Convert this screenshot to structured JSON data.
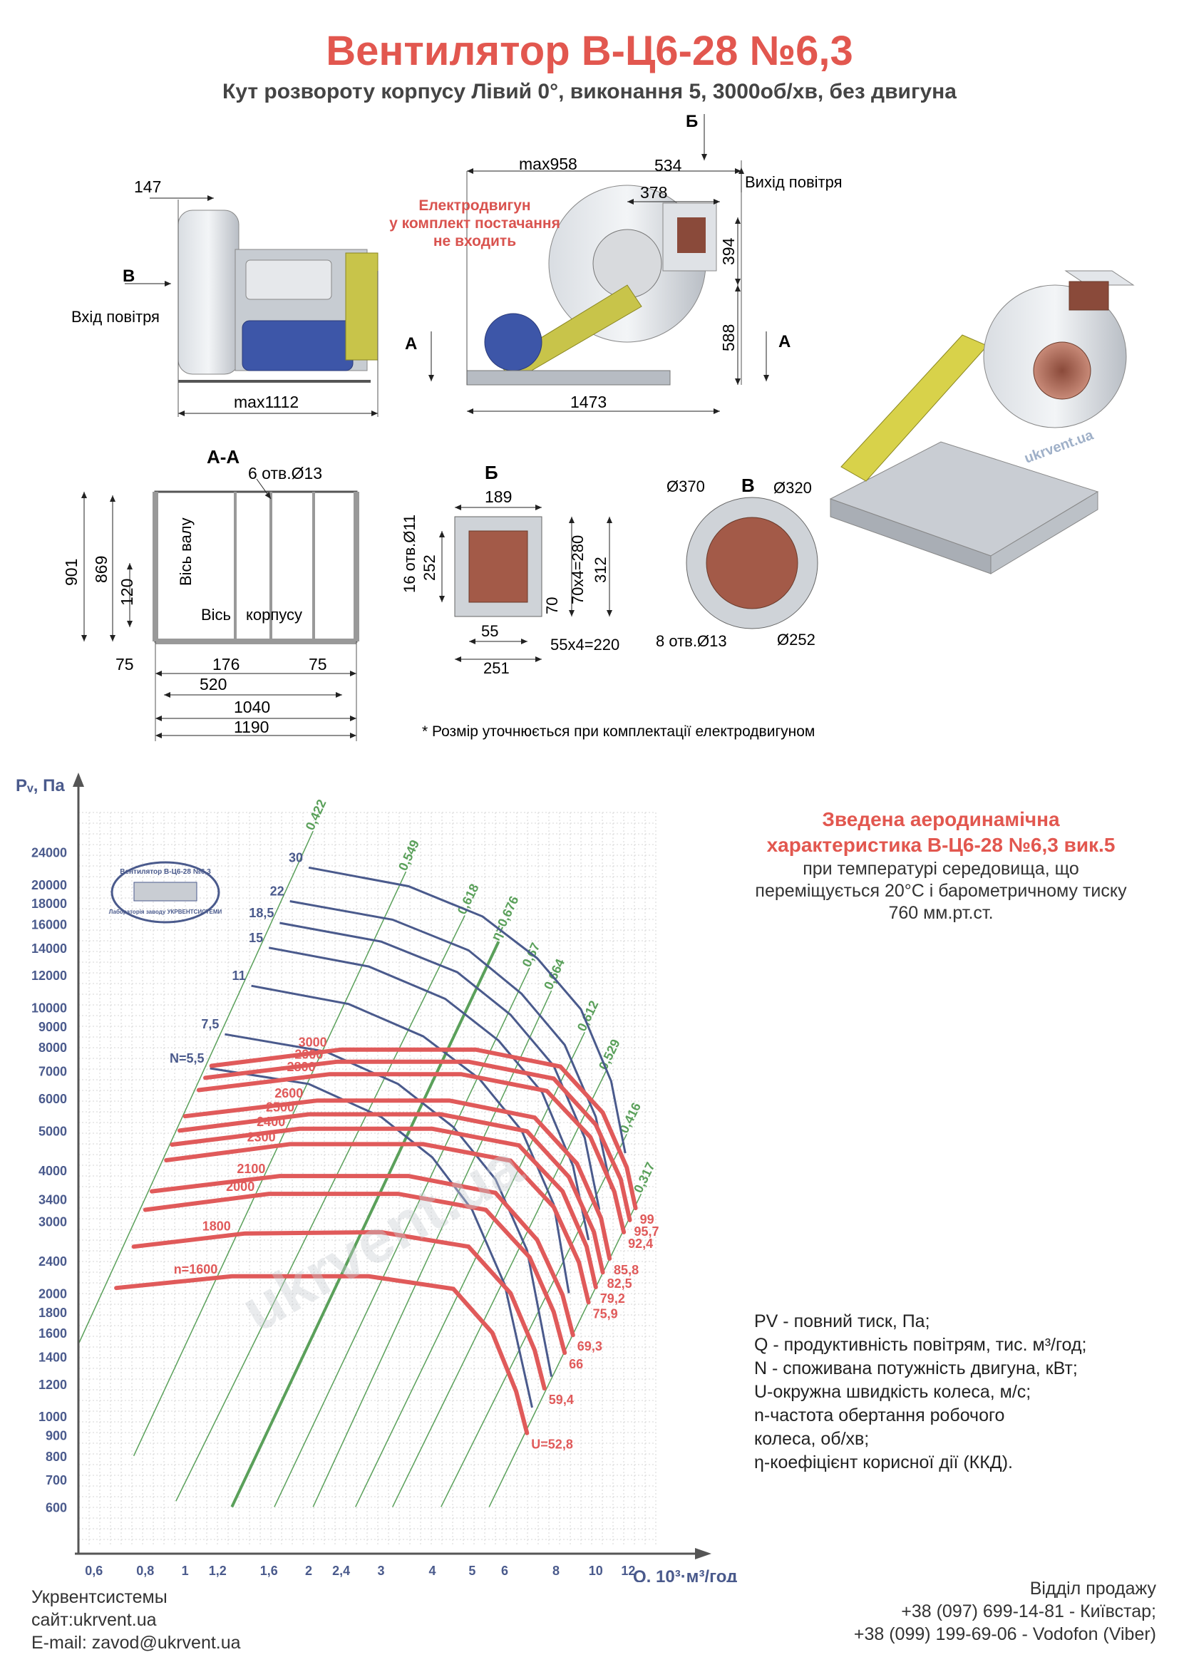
{
  "header": {
    "title": "Вентилятор В-Ц6-28 №6,3",
    "subtitle": "Кут розвороту корпусу Лівий 0°, виконання 5, 3000об/хв, без двигуна"
  },
  "drawings": {
    "side_view": {
      "dim_top": "147",
      "dim_bottom": "max1112",
      "inlet_letter": "В",
      "inlet_label": "Вхід повітря"
    },
    "front_view": {
      "dim_max958": "max958",
      "dim_534": "534",
      "dim_378": "378",
      "dim_394": "394",
      "dim_588": "588",
      "dim_1473": "1473",
      "section_b": "Б",
      "section_a": "А",
      "outlet_label": "Вихід повітря",
      "motor_note": [
        "Електродвигун",
        "у комплект постачання",
        "не входить"
      ]
    },
    "section_aa": {
      "label": "А-А",
      "holes": "6 отв.Ø13",
      "dim_901": "901",
      "dim_869": "869",
      "dim_120": "120",
      "dim_75_left": "75",
      "dim_176": "176",
      "dim_75_right": "75",
      "dim_520": "520",
      "dim_1040": "1040",
      "dim_1190": "1190",
      "axis_shaft": "Вісь валу",
      "axis_body": "Вісь",
      "axis_body2": "корпусу"
    },
    "view_b": {
      "label": "Б",
      "dim_189": "189",
      "holes": "16 отв.Ø11",
      "dim_252": "252",
      "dim_70x4": "70х4=280",
      "dim_312": "312",
      "dim_70": "70",
      "dim_55": "55",
      "dim_55x4": "55х4=220",
      "dim_251": "251"
    },
    "view_v": {
      "label": "В",
      "d370": "Ø370",
      "d320": "Ø320",
      "holes": "8 отв.Ø13",
      "d252": "Ø252"
    },
    "footnote": "* Розмір уточнюється при комплектації електродвигуном",
    "watermark": "ukrvent.ua"
  },
  "colors": {
    "title": "#e2574f",
    "grid": "#d6d6d6",
    "speed": "#e05a5a",
    "power": "#4a5a8c",
    "efficiency": "#5aa05a",
    "machine": "#9aa0a8"
  },
  "chart_data": {
    "type": "line",
    "xlabel": "Q, 10³·м³/год",
    "ylabel": "Pᵥ, Па",
    "x_scale": "log",
    "y_scale": "log",
    "xlim": [
      0.55,
      14
    ],
    "ylim": [
      480,
      30000
    ],
    "x_ticks": [
      0.6,
      0.8,
      1,
      1.2,
      1.6,
      2,
      2.4,
      3,
      4,
      5,
      6,
      8,
      10,
      12
    ],
    "x_tick_labels": [
      "0,6",
      "0,8",
      "1",
      "1,2",
      "1,6",
      "2",
      "2,4",
      "3",
      "4",
      "5",
      "6",
      "8",
      "10",
      "12"
    ],
    "y_ticks": [
      600,
      700,
      800,
      900,
      1000,
      1200,
      1400,
      1600,
      1800,
      2000,
      2400,
      3000,
      3400,
      4000,
      5000,
      6000,
      7000,
      8000,
      9000,
      10000,
      12000,
      14000,
      16000,
      18000,
      20000,
      24000
    ],
    "speed_series": [
      {
        "name": "n=1600",
        "u": "U=52,8",
        "pts": [
          [
            0.68,
            2060
          ],
          [
            1.3,
            2200
          ],
          [
            2.8,
            2200
          ],
          [
            4.5,
            2050
          ],
          [
            5.6,
            1600
          ],
          [
            6.4,
            1150
          ],
          [
            6.8,
            910
          ]
        ]
      },
      {
        "name": "1800",
        "u": "59,4",
        "pts": [
          [
            0.75,
            2600
          ],
          [
            1.4,
            2800
          ],
          [
            3.0,
            2820
          ],
          [
            4.9,
            2600
          ],
          [
            6.2,
            2000
          ],
          [
            7.1,
            1450
          ],
          [
            7.5,
            1170
          ]
        ]
      },
      {
        "name": "2000",
        "u": "66",
        "pts": [
          [
            0.8,
            3200
          ],
          [
            1.6,
            3500
          ],
          [
            3.3,
            3500
          ],
          [
            5.4,
            3200
          ],
          [
            6.9,
            2450
          ],
          [
            7.9,
            1800
          ],
          [
            8.4,
            1430
          ]
        ]
      },
      {
        "name": "2100",
        "u": "69,3",
        "pts": [
          [
            0.83,
            3550
          ],
          [
            1.7,
            3870
          ],
          [
            3.5,
            3870
          ],
          [
            5.7,
            3520
          ],
          [
            7.2,
            2700
          ],
          [
            8.3,
            1980
          ],
          [
            8.8,
            1580
          ]
        ]
      },
      {
        "name": "2300",
        "u": "75,9",
        "pts": [
          [
            0.9,
            4230
          ],
          [
            1.8,
            4630
          ],
          [
            3.8,
            4630
          ],
          [
            6.2,
            4220
          ],
          [
            7.9,
            3250
          ],
          [
            9.1,
            2380
          ],
          [
            9.6,
            1900
          ]
        ]
      },
      {
        "name": "2400",
        "u": "79,2",
        "pts": [
          [
            0.93,
            4620
          ],
          [
            1.9,
            5050
          ],
          [
            4.0,
            5050
          ],
          [
            6.5,
            4600
          ],
          [
            8.3,
            3550
          ],
          [
            9.5,
            2600
          ],
          [
            10.0,
            2070
          ]
        ]
      },
      {
        "name": "2500",
        "u": "82,5",
        "pts": [
          [
            0.97,
            5000
          ],
          [
            2.0,
            5480
          ],
          [
            4.2,
            5480
          ],
          [
            6.8,
            4980
          ],
          [
            8.6,
            3850
          ],
          [
            9.9,
            2820
          ],
          [
            10.4,
            2250
          ]
        ]
      },
      {
        "name": "2600",
        "u": "85,8",
        "pts": [
          [
            1.0,
            5420
          ],
          [
            2.1,
            5920
          ],
          [
            4.4,
            5920
          ],
          [
            7.1,
            5380
          ],
          [
            9.0,
            4150
          ],
          [
            10.3,
            3050
          ],
          [
            10.8,
            2430
          ]
        ]
      },
      {
        "name": "2800",
        "u": "92,4",
        "pts": [
          [
            1.08,
            6280
          ],
          [
            2.25,
            6870
          ],
          [
            4.7,
            6870
          ],
          [
            7.6,
            6250
          ],
          [
            9.7,
            4820
          ],
          [
            11.1,
            3540
          ],
          [
            11.7,
            2820
          ]
        ]
      },
      {
        "name": "2900",
        "u": "95,7",
        "pts": [
          [
            1.12,
            6730
          ],
          [
            2.35,
            7370
          ],
          [
            4.9,
            7370
          ],
          [
            7.9,
            6700
          ],
          [
            10.0,
            5170
          ],
          [
            11.5,
            3800
          ],
          [
            12.1,
            3020
          ]
        ]
      },
      {
        "name": "3000",
        "u": "99",
        "pts": [
          [
            1.16,
            7200
          ],
          [
            2.4,
            7890
          ],
          [
            5.1,
            7890
          ],
          [
            8.2,
            7170
          ],
          [
            10.4,
            5530
          ],
          [
            11.9,
            4060
          ],
          [
            12.5,
            3230
          ]
        ]
      }
    ],
    "power_series": [
      {
        "name": "N=5,5",
        "pts": [
          [
            1.15,
            7100
          ],
          [
            2.0,
            6500
          ],
          [
            3.0,
            5400
          ],
          [
            4.0,
            4300
          ],
          [
            5.0,
            3200
          ],
          [
            6.0,
            2100
          ],
          [
            7.0,
            1050
          ]
        ]
      },
      {
        "name": "7,5",
        "pts": [
          [
            1.25,
            8600
          ],
          [
            2.2,
            7800
          ],
          [
            3.3,
            6500
          ],
          [
            4.5,
            5100
          ],
          [
            5.7,
            3800
          ],
          [
            6.8,
            2550
          ],
          [
            7.8,
            1250
          ]
        ]
      },
      {
        "name": "11",
        "pts": [
          [
            1.45,
            11300
          ],
          [
            2.5,
            10200
          ],
          [
            3.8,
            8500
          ],
          [
            5.2,
            6700
          ],
          [
            6.6,
            5000
          ],
          [
            7.9,
            3300
          ],
          [
            8.6,
            2000
          ]
        ]
      },
      {
        "name": "15",
        "pts": [
          [
            1.6,
            14000
          ],
          [
            2.8,
            12600
          ],
          [
            4.3,
            10500
          ],
          [
            5.8,
            8300
          ],
          [
            7.4,
            6200
          ],
          [
            8.8,
            4100
          ],
          [
            9.6,
            2700
          ]
        ]
      },
      {
        "name": "18,5",
        "pts": [
          [
            1.7,
            16100
          ],
          [
            3.0,
            14500
          ],
          [
            4.6,
            12200
          ],
          [
            6.2,
            9600
          ],
          [
            7.9,
            7200
          ],
          [
            9.4,
            4800
          ],
          [
            10.2,
            3200
          ]
        ]
      },
      {
        "name": "22",
        "pts": [
          [
            1.8,
            18200
          ],
          [
            3.2,
            16400
          ],
          [
            4.9,
            13800
          ],
          [
            6.6,
            10800
          ],
          [
            8.4,
            8100
          ],
          [
            10.0,
            5400
          ],
          [
            10.9,
            3600
          ]
        ]
      },
      {
        "name": "30",
        "pts": [
          [
            2.0,
            22000
          ],
          [
            3.5,
            19800
          ],
          [
            5.3,
            16700
          ],
          [
            7.2,
            13200
          ],
          [
            9.2,
            9900
          ],
          [
            10.9,
            6600
          ],
          [
            11.8,
            4400
          ]
        ]
      }
    ],
    "efficiency_lines": [
      {
        "name": "0,422",
        "label_at": [
          2.05,
          27000
        ],
        "pts": [
          [
            0.55,
            1500
          ],
          [
            2.05,
            27000
          ]
        ]
      },
      {
        "name": "0,549",
        "label_at": [
          3.45,
          21500
        ],
        "pts": [
          [
            0.75,
            800
          ],
          [
            3.45,
            21500
          ]
        ]
      },
      {
        "name": "0,618",
        "label_at": [
          4.8,
          16800
        ],
        "pts": [
          [
            0.95,
            620
          ],
          [
            4.8,
            16800
          ]
        ]
      },
      {
        "name": "η=0,676",
        "label_at": [
          5.8,
          14500
        ],
        "pts": [
          [
            1.3,
            600
          ],
          [
            5.8,
            14500
          ]
        ],
        "bold": true
      },
      {
        "name": "0,67",
        "label_at": [
          6.9,
          12500
        ],
        "pts": [
          [
            1.65,
            600
          ],
          [
            6.9,
            12500
          ]
        ]
      },
      {
        "name": "0,664",
        "label_at": [
          7.8,
          11000
        ],
        "pts": [
          [
            2.05,
            600
          ],
          [
            7.8,
            11000
          ]
        ]
      },
      {
        "name": "0,612",
        "label_at": [
          9.4,
          8700
        ],
        "pts": [
          [
            2.6,
            600
          ],
          [
            9.4,
            8700
          ]
        ]
      },
      {
        "name": "0,529",
        "label_at": [
          10.6,
          7000
        ],
        "pts": [
          [
            3.2,
            600
          ],
          [
            10.6,
            7000
          ]
        ]
      },
      {
        "name": "0,416",
        "label_at": [
          11.9,
          4900
        ],
        "pts": [
          [
            4.2,
            600
          ],
          [
            11.9,
            4900
          ]
        ]
      },
      {
        "name": "0,317",
        "label_at": [
          12.9,
          3500
        ],
        "pts": [
          [
            5.5,
            600
          ],
          [
            12.9,
            3500
          ]
        ]
      }
    ],
    "logo_text": "Вентилятор В-Ц6-28 №6,3",
    "logo_sub": "Лабораторія заводу УКРВЕНТСИСТЕМИ",
    "watermark": "ukrvent.ua"
  },
  "legend": {
    "heading_line1": "Зведена аеродинамічна",
    "heading_line2": "характеристика В-Ц6-28 №6,3 вик.5",
    "text_line1": "при температурі середовища, що",
    "text_line2": "переміщується 20°С і барометричному тиску",
    "text_line3": "760 мм.рт.ст."
  },
  "definitions": [
    "PV - повний тиск, Па;",
    "Q - продуктивність повітрям, тис. м³/год;",
    "N - споживана потужність двигуна, кВт;",
    "U-окружна швидкість колеса, м/с;",
    "n-частота обертання робочого",
    "колеса, об/хв;",
    "η-коефіцієнт корисної дії (ККД)."
  ],
  "footer": {
    "company": "Укрвентсистемы",
    "site": "сайт:ukrvent.ua",
    "email": "E-mail: zavod@ukrvent.ua",
    "sales_label": "Відділ продажу",
    "phone1": "+38 (097) 699-14-81 - Київстар;",
    "phone2": "+38 (099) 199-69-06 - Vodofon (Viber)"
  }
}
